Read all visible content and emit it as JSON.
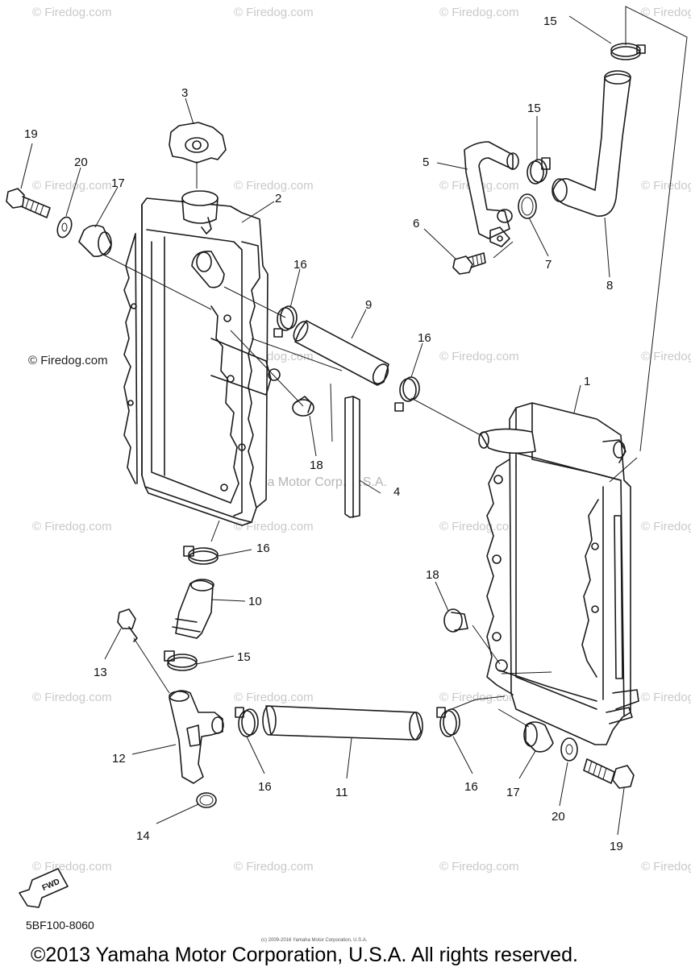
{
  "watermark": {
    "text": "© Firedog.com",
    "secondary": "Yamaha Motor Corp. U.S.A."
  },
  "callouts": [
    "1",
    "2",
    "3",
    "4",
    "5",
    "6",
    "7",
    "8",
    "9",
    "10",
    "11",
    "12",
    "13",
    "14",
    "15",
    "16",
    "17",
    "18",
    "19",
    "20"
  ],
  "fwd_label": "FWD",
  "diagram_code": "5BF100-8060",
  "fine_print": "(c) 2009-2016 Yamaha Motor Corporation, U.S.A.",
  "copyright": "©2013 Yamaha Motor Corporation, U.S.A. All rights reserved."
}
